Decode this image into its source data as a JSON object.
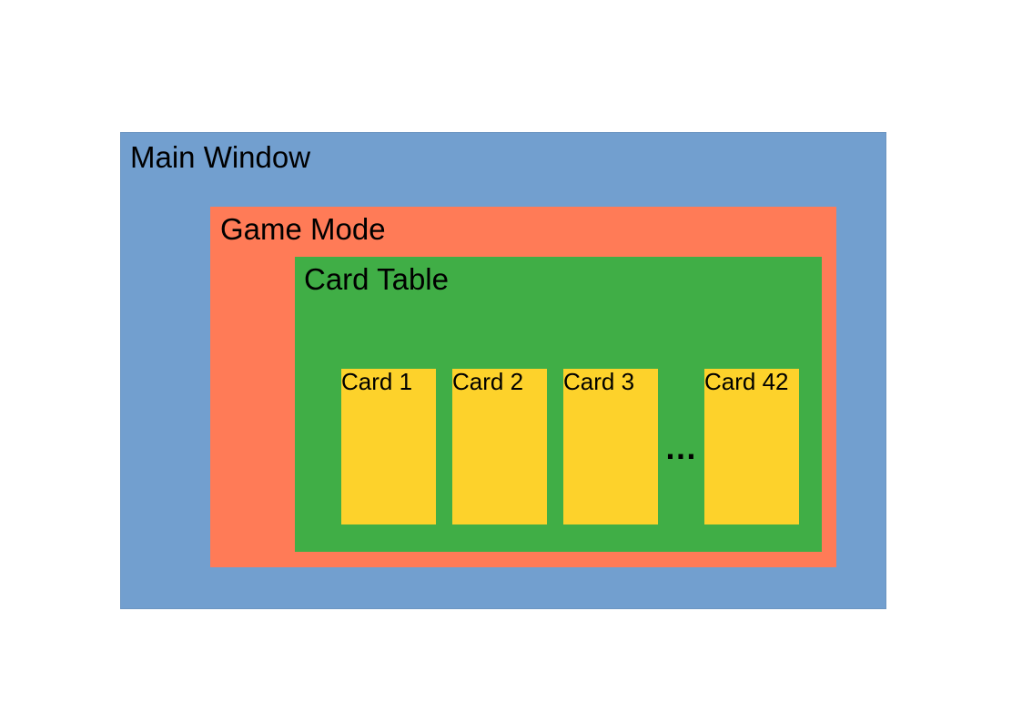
{
  "diagram": {
    "main_window": {
      "label": "Main Window",
      "color": "#729fcf"
    },
    "game_mode": {
      "label": "Game Mode",
      "color": "#ff7b57"
    },
    "card_table": {
      "label": "Card Table",
      "color": "#40ae46",
      "cards": [
        {
          "label": "Card 1"
        },
        {
          "label": "Card 2"
        },
        {
          "label": "Card 3"
        },
        {
          "label": "Card 42"
        }
      ],
      "ellipsis": "…",
      "card_color": "#fdd22b"
    }
  }
}
